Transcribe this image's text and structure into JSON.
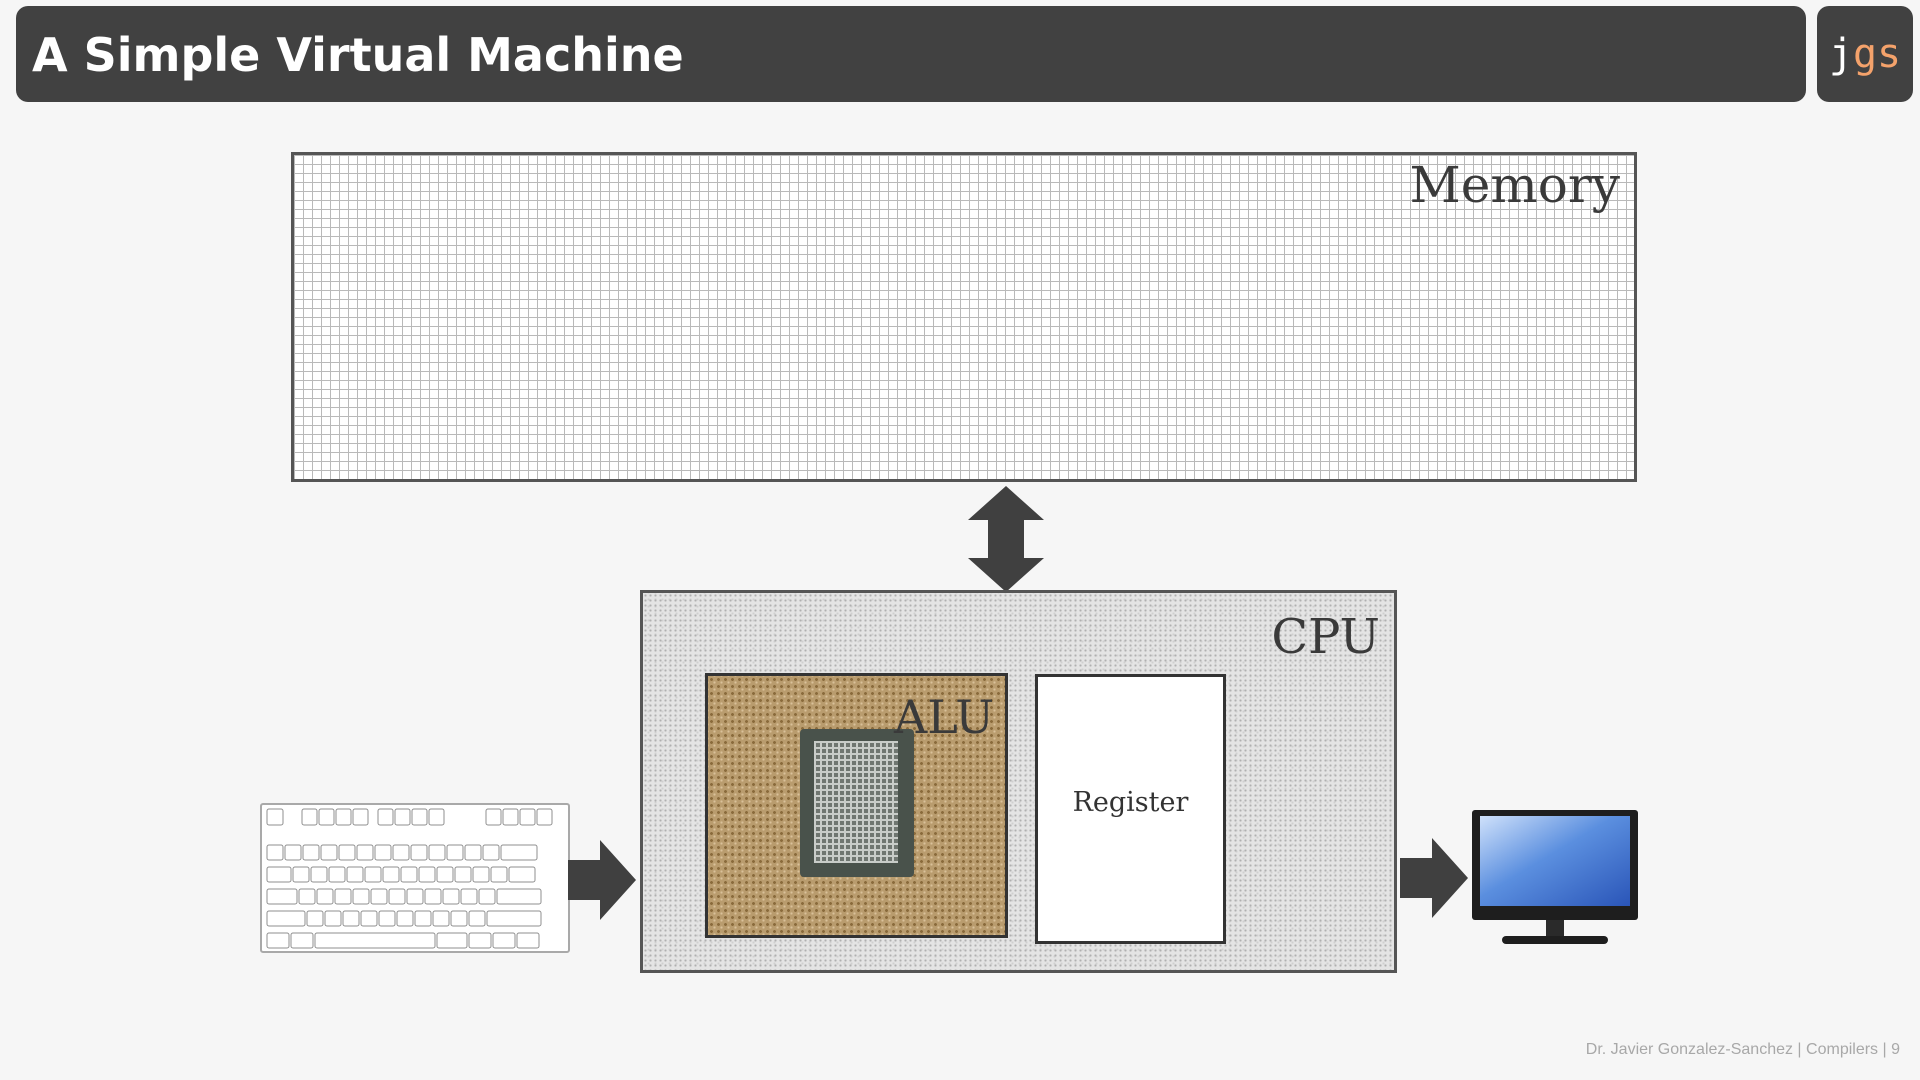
{
  "header": {
    "title": "A Simple Virtual Machine",
    "logo_j": "j",
    "logo_gs": "gs"
  },
  "diagram": {
    "memory_label": "Memory",
    "cpu_label": "CPU",
    "alu_label": "ALU",
    "register_label": "Register"
  },
  "footer": {
    "text": "Dr. Javier Gonzalez-Sanchez | Compilers | 9"
  },
  "colors": {
    "title_bar": "#414141",
    "logo_accent": "#f4a26b",
    "arrow": "#404040"
  }
}
